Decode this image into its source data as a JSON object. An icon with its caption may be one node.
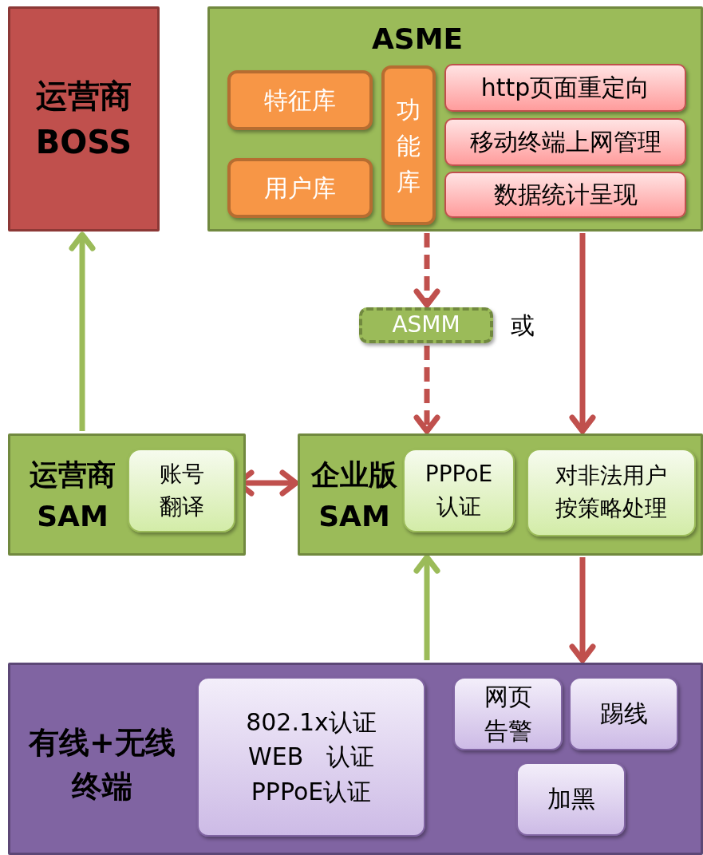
{
  "diagram": {
    "nodes": [
      {
        "text": [
          "运营商 BOSS"
        ]
      },
      {
        "text": [
          "ASME"
        ]
      },
      {
        "text": [
          "特征库"
        ],
        "in": 1
      },
      {
        "text": [
          "用户库"
        ],
        "in": 1
      },
      {
        "text": [
          "功能库"
        ],
        "in": 1
      },
      {
        "text": [
          "http页面重定向"
        ],
        "in": 1
      },
      {
        "text": [
          "移动终端上网管理"
        ],
        "in": 1
      },
      {
        "text": [
          "数据统计呈现"
        ],
        "in": 1
      },
      {
        "text": [
          "ASMM"
        ]
      },
      {
        "text": [
          "运营商 SAM"
        ]
      },
      {
        "text": [
          "账号翻译"
        ],
        "in": 9
      },
      {
        "text": [
          "企业版 SAM"
        ]
      },
      {
        "text": [
          "PPPoE认证"
        ],
        "in": 11
      },
      {
        "text": [
          "对非法用户按策略处理"
        ],
        "in": 11
      },
      {
        "text": [
          "有线+无线终端"
        ]
      },
      {
        "text": [
          "802.1x认证",
          "WEB   认证",
          "PPPoE认证"
        ],
        "in": 14
      },
      {
        "text": [
          "网页告警"
        ],
        "in": 14
      },
      {
        "text": [
          "踢线"
        ],
        "in": 14
      },
      {
        "text": [
          "加黑"
        ],
        "in": 14
      }
    ],
    "edges": [
      {
        "from": 9,
        "to": 0,
        "arrow": "to",
        "color": "#9bbb59"
      },
      {
        "from": 4,
        "to": 8,
        "arrow": "to",
        "style": "dashed"
      },
      {
        "from": 8,
        "to": 11,
        "arrow": "to",
        "style": "dashed"
      },
      {
        "from": 1,
        "to": 11,
        "arrow": "to"
      },
      {
        "from": 10,
        "to": 11,
        "arrow": "both"
      },
      {
        "from": 14,
        "to": 11,
        "arrow": "to",
        "color": "#9bbb59"
      },
      {
        "from": 11,
        "to": 14,
        "arrow": "to"
      }
    ],
    "labels": [
      "或"
    ]
  }
}
